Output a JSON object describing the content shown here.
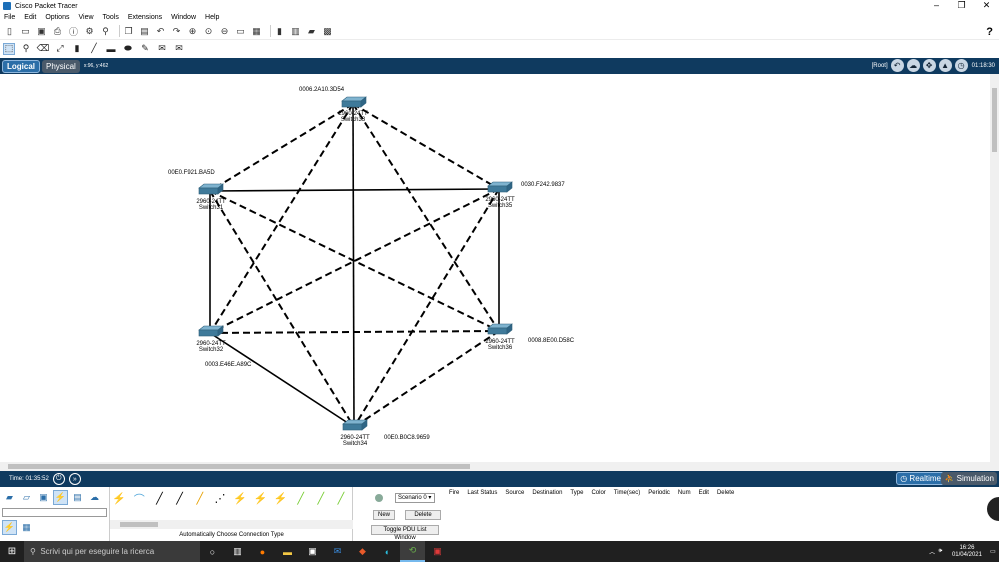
{
  "window": {
    "title": "Cisco Packet Tracer",
    "controls": [
      "–",
      "❐",
      "✕"
    ]
  },
  "menu": [
    "File",
    "Edit",
    "Options",
    "View",
    "Tools",
    "Extensions",
    "Window",
    "Help"
  ],
  "workspace": {
    "logical_label": "Logical",
    "physical_label": "Physical",
    "coords": "x:96, y:462",
    "root_label": "[Root]",
    "clock": "01:18:30"
  },
  "devices": [
    {
      "id": "sw-top",
      "model": "2960-24TT",
      "name": "Switch33",
      "mac": "0006.2A10.3D54"
    },
    {
      "id": "sw-ul",
      "model": "2960-24TT",
      "name": "Switch31",
      "mac": "00E0.F921.BA5D"
    },
    {
      "id": "sw-ur",
      "model": "2960-24TT",
      "name": "Switch35",
      "mac": "0030.F242.9837"
    },
    {
      "id": "sw-ll",
      "model": "2960-24TT",
      "name": "Switch32",
      "mac": "0003.E46E.A89C"
    },
    {
      "id": "sw-lr",
      "model": "2960-24TT",
      "name": "Switch36",
      "mac": "0008.8E00.D58C"
    },
    {
      "id": "sw-bottom",
      "model": "2960-24TT",
      "name": "Switch34",
      "mac": "00E0.B0C8.9659"
    }
  ],
  "timebar": {
    "time": "Time: 01:35:52",
    "realtime": "Realtime",
    "simulation": "Simulation"
  },
  "bottom": {
    "connection_caption": "Automatically Choose Connection Type",
    "scenario": "Scenario 0",
    "new_button": "New",
    "delete_button": "Delete",
    "toggle_button": "Toggle PDU List Window",
    "pdu_columns": [
      "Fire",
      "Last Status",
      "Source",
      "Destination",
      "Type",
      "Color",
      "Time(sec)",
      "Periodic",
      "Num",
      "Edit",
      "Delete"
    ]
  },
  "taskbar": {
    "search_placeholder": "Scrivi qui per eseguire la ricerca",
    "time": "16:26",
    "date": "01/04/2021"
  },
  "colors": {
    "workbar": "#0f3a5f",
    "accent": "#2b6ea8",
    "switch_top": "#7fb3cf",
    "switch_side": "#3f7a9a"
  },
  "icons": [
    "new-file-icon",
    "open-folder-icon",
    "save-icon",
    "print-icon",
    "info-icon",
    "zoom-in-icon",
    "zoom-out-icon",
    "select-icon",
    "inspect-icon",
    "delete-icon",
    "note-icon",
    "line-icon",
    "pdu-icon",
    "help-icon"
  ]
}
